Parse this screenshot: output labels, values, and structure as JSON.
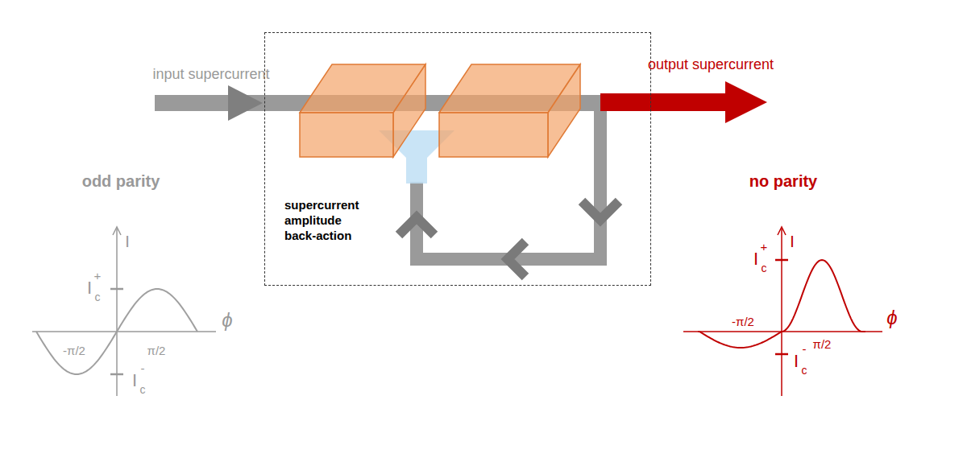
{
  "diagram": {
    "nodes": [
      {
        "text": [
          "supercurrent amplitude back-action"
        ]
      }
    ],
    "labels": [
      "input supercurrent",
      "output supercurrent",
      "odd parity",
      "I",
      "ϕ",
      "-π/2",
      "π/2",
      "I",
      "c",
      "+",
      "I",
      "c",
      "-",
      "no parity",
      "I",
      "ϕ",
      "-π/2",
      "π/2",
      "I",
      "c",
      "+",
      "I",
      "c",
      "-"
    ]
  }
}
